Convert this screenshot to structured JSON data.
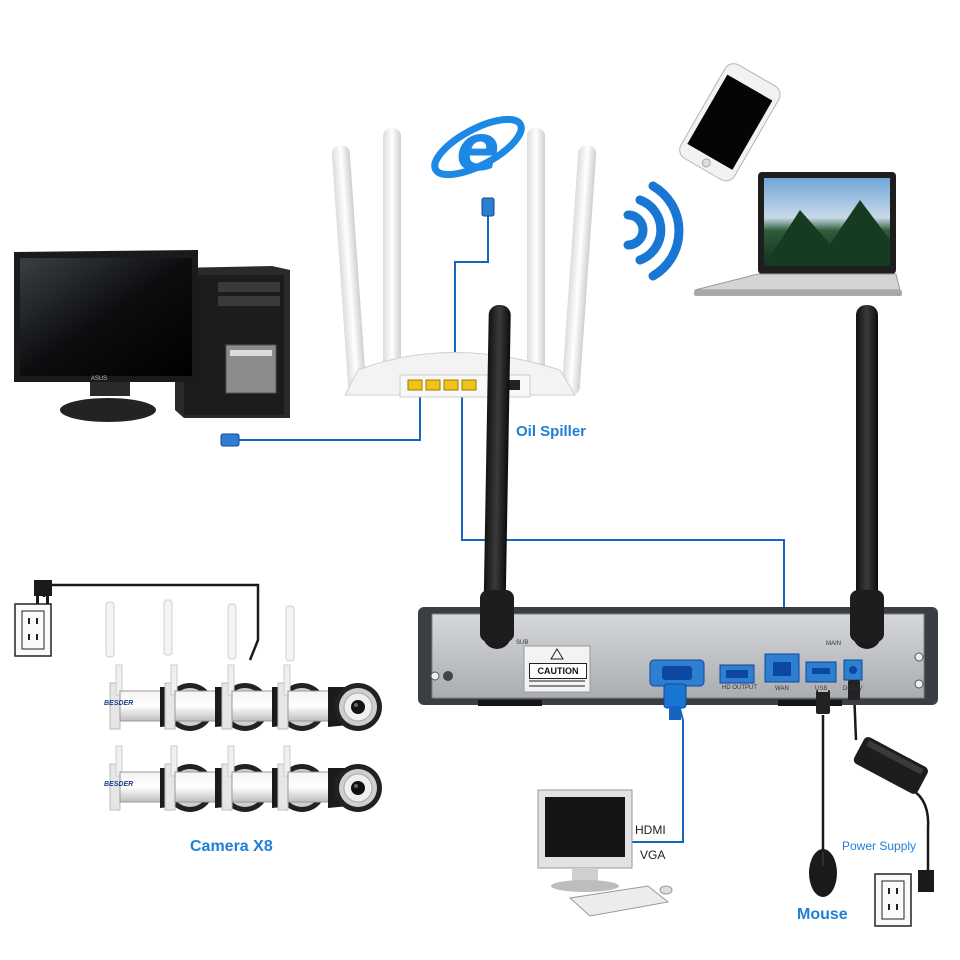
{
  "labels": {
    "router": "Oil Spiller",
    "cameras": "Camera X8",
    "hdmi": "HDMI",
    "vga": "VGA",
    "power_supply": "Power Supply",
    "mouse": "Mouse"
  },
  "nvr": {
    "caution": "CAUTION",
    "ports": {
      "sub": "SUB",
      "main": "MAIN",
      "hd_output": "HD OUTPUT",
      "wan": "WAN",
      "usb": "USB",
      "dc": "DC12V"
    }
  },
  "pc_brand": "ASUS",
  "camera_brand": "BESDER",
  "colors": {
    "label_blue": "#1e7fd6",
    "cable_blue": "#1565c0",
    "wifi_blue": "#1976d2",
    "ie_blue": "#1e88e5",
    "nvr_body": "#3a3d42",
    "nvr_panel": "#b9bcc0"
  }
}
